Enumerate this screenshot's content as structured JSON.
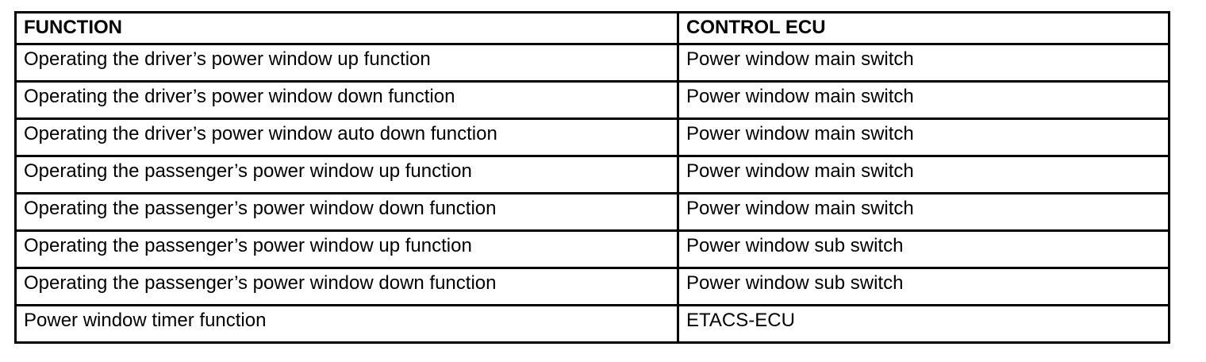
{
  "table": {
    "columns": [
      {
        "label": "FUNCTION"
      },
      {
        "label": "CONTROL ECU"
      }
    ],
    "rows": [
      {
        "function": "Operating the driver’s power window up function",
        "ecu": "Power window main switch"
      },
      {
        "function": "Operating the driver’s power window down function",
        "ecu": "Power window main switch"
      },
      {
        "function": "Operating the driver’s power window auto down function",
        "ecu": "Power window main switch"
      },
      {
        "function": "Operating the passenger’s power window up function",
        "ecu": "Power window main switch"
      },
      {
        "function": "Operating the passenger’s power window down function",
        "ecu": "Power window main switch"
      },
      {
        "function": "Operating the passenger’s power window up function",
        "ecu": "Power window sub switch"
      },
      {
        "function": "Operating the passenger’s power window down function",
        "ecu": "Power window sub switch"
      },
      {
        "function": "Power window timer function",
        "ecu": "ETACS-ECU"
      }
    ],
    "colors": {
      "border": "#000000",
      "text": "#000000",
      "background": "#ffffff"
    }
  }
}
